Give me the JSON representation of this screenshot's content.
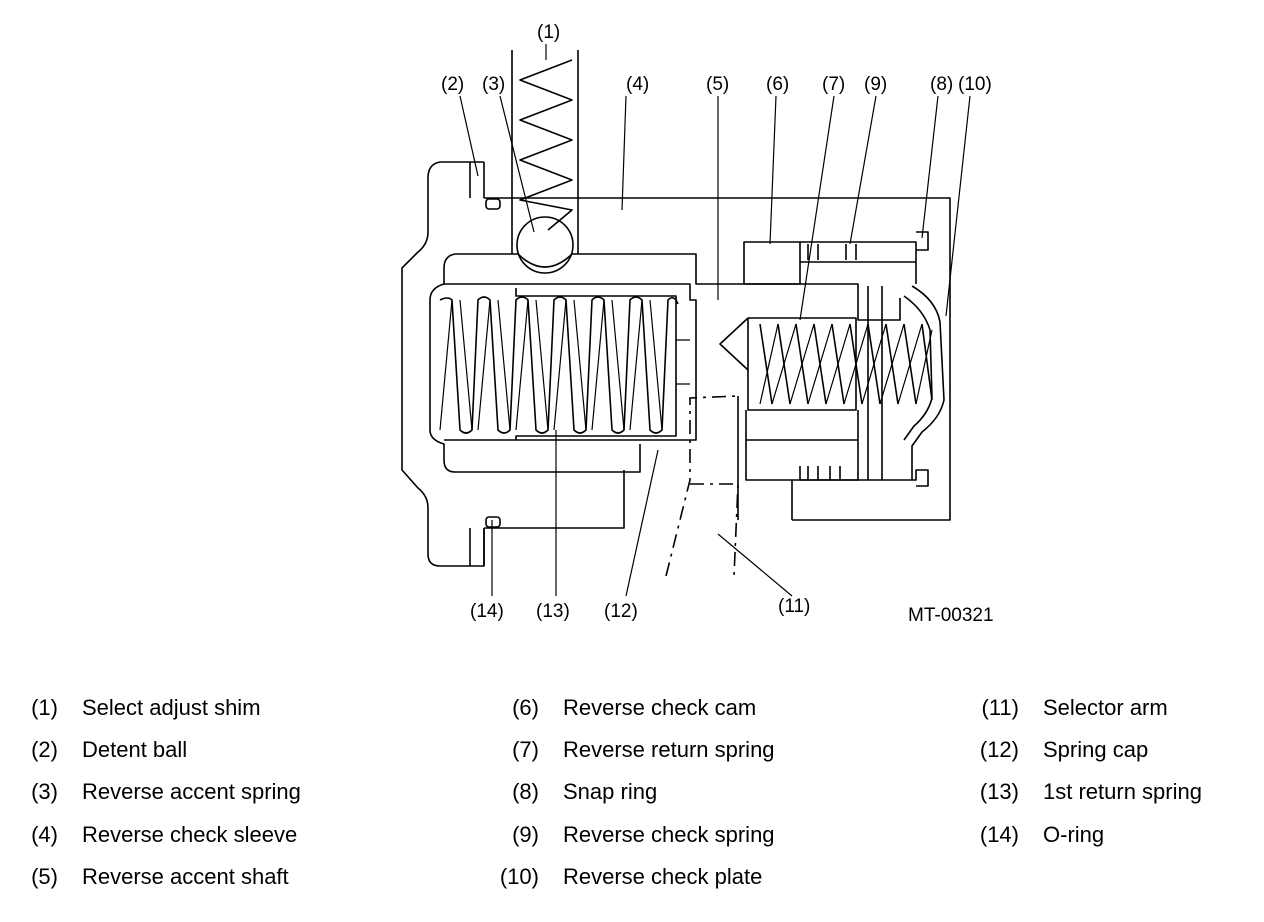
{
  "figure_code": "MT-00321",
  "callouts": [
    "(1)",
    "(2)",
    "(3)",
    "(4)",
    "(5)",
    "(6)",
    "(7)",
    "(9)",
    "(8)",
    "(10)",
    "(14)",
    "(13)",
    "(12)",
    "(11)"
  ],
  "legend": [
    [
      {
        "num": "(1)",
        "name": "Select adjust shim"
      },
      {
        "num": "(2)",
        "name": "Detent ball"
      },
      {
        "num": "(3)",
        "name": "Reverse accent spring"
      },
      {
        "num": "(4)",
        "name": "Reverse check sleeve"
      },
      {
        "num": "(5)",
        "name": "Reverse accent shaft"
      }
    ],
    [
      {
        "num": "(6)",
        "name": "Reverse check cam"
      },
      {
        "num": "(7)",
        "name": "Reverse return spring"
      },
      {
        "num": "(8)",
        "name": "Snap ring"
      },
      {
        "num": "(9)",
        "name": "Reverse check spring"
      },
      {
        "num": "(10)",
        "name": "Reverse check plate"
      }
    ],
    [
      {
        "num": "(11)",
        "name": "Selector arm"
      },
      {
        "num": "(12)",
        "name": "Spring cap"
      },
      {
        "num": "(13)",
        "name": "1st return spring"
      },
      {
        "num": "(14)",
        "name": "O-ring"
      }
    ]
  ]
}
